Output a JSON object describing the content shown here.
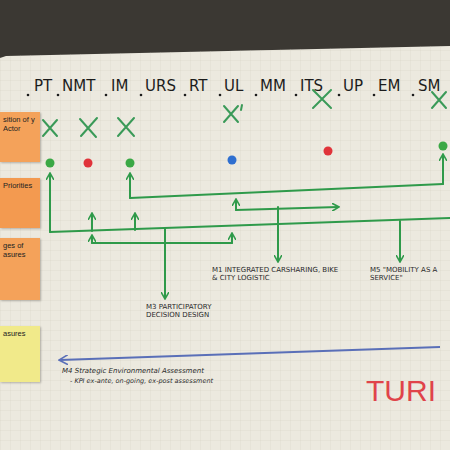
{
  "diagram": {
    "nodes": [
      {
        "text": [
          "sition of y Actor"
        ]
      },
      {
        "text": [
          "Priorities"
        ]
      },
      {
        "text": [
          "ges of asures"
        ]
      },
      {
        "text": [
          "asures"
        ]
      }
    ],
    "labels": [
      "PT",
      "NMT",
      "IM",
      "URS",
      "RT",
      "UL",
      "MM",
      "ITS",
      "UP",
      "EM",
      "SM",
      "M3 PARTICIPATORY DECISION DESIGN",
      "M1 INTEGRATED CARSHARING, BIKE & CITY LOGISTIC",
      "M5 \"MOBILITY AS A SERVICE\"",
      "M4 Strategic Environmental Assessment",
      "- KPI ex-ante, on-going, ex-post assessment",
      "TURI"
    ]
  }
}
